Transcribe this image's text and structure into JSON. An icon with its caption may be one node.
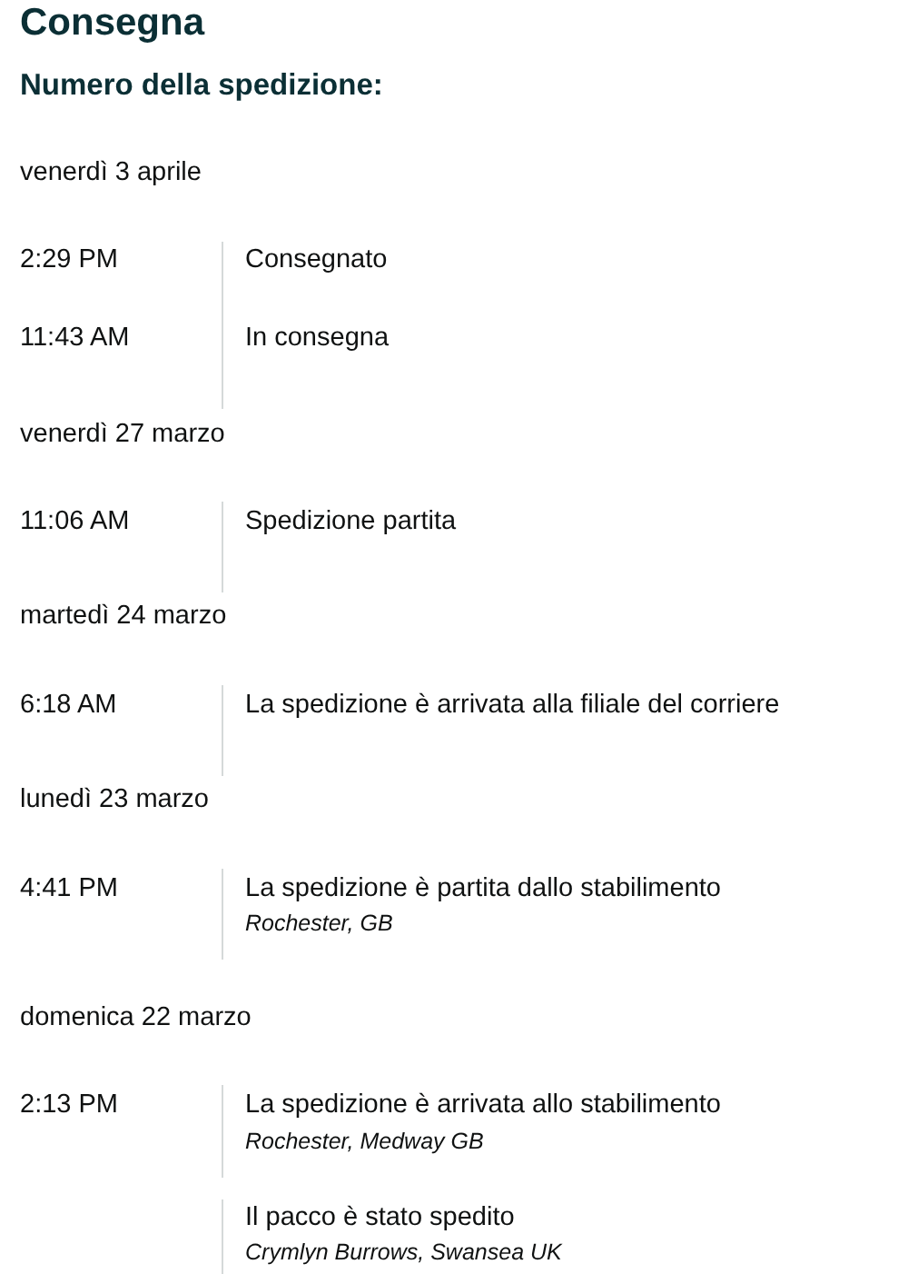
{
  "diagram": {
    "title": "Consegna",
    "labels": [
      "Numero della spedizione:",
      "venerdì 3 aprile",
      "2:29 PM",
      "Consegnato",
      "11:43 AM",
      "In consegna",
      "venerdì 27 marzo",
      "11:06 AM",
      "Spedizione partita",
      "martedì 24 marzo",
      "6:18 AM",
      "La spedizione è arrivata alla filiale del corriere",
      "lunedì 23 marzo",
      "4:41 PM",
      "La spedizione è partita dallo stabilimento",
      "Rochester, GB",
      "domenica 22 marzo",
      "2:13 PM",
      "La spedizione è arrivata allo stabilimento",
      "Rochester, Medway GB",
      "Il pacco è stato spedito",
      "Crymlyn Burrows, Swansea UK"
    ]
  }
}
